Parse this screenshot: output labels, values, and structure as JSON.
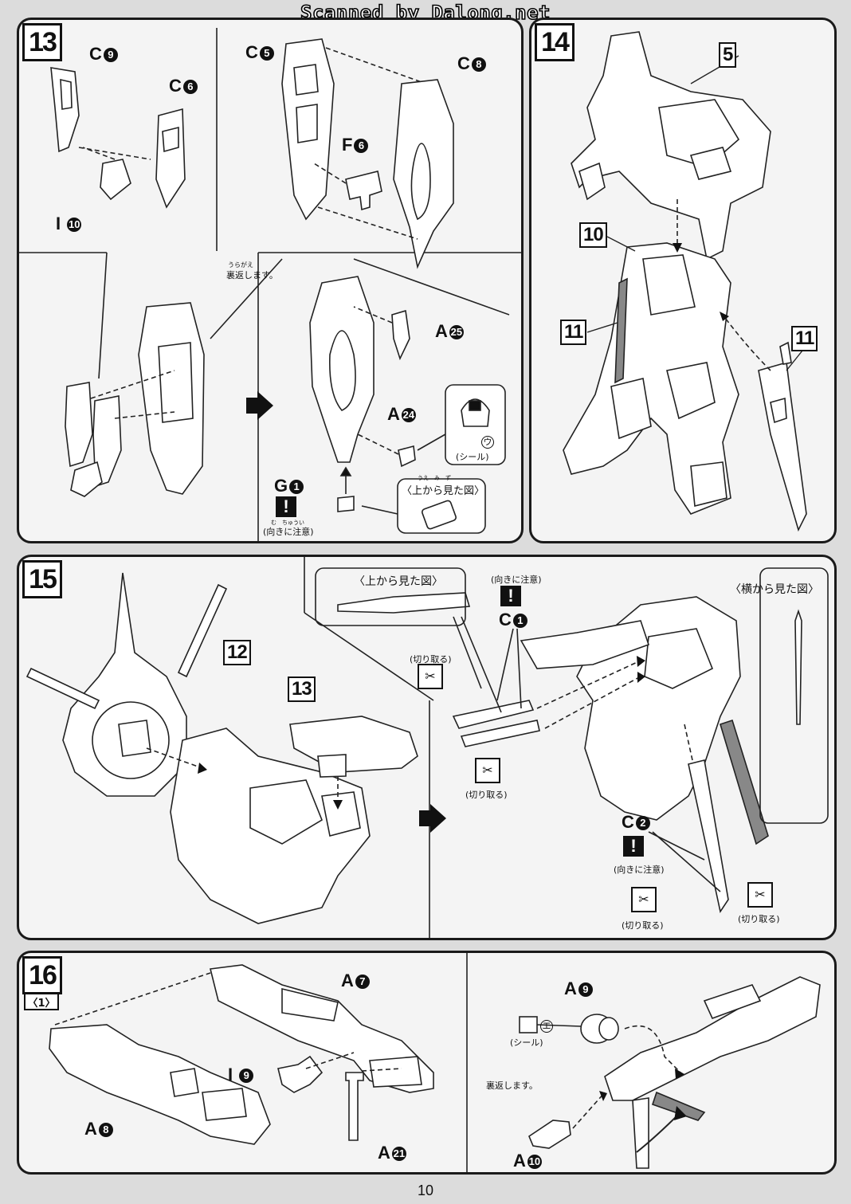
{
  "header": "Scanned by Dalong.net",
  "page_number": "10",
  "panel13": {
    "step": "13",
    "labels": [
      "C9",
      "C6",
      "I10",
      "C5",
      "C8",
      "F6",
      "A25",
      "A24",
      "G1"
    ],
    "flip_note": "裏返します。",
    "flip_ruby": "うらがえ",
    "sticker_letter": "ウ",
    "sticker_label": "(シール)",
    "top_view": "〈上から見た図〉",
    "top_view_ruby": "うえ　み　ず",
    "orientation_note": "(向きに注意)",
    "orientation_ruby": "む　ちゅうい"
  },
  "panel14": {
    "step": "14",
    "refs": [
      "5",
      "10",
      "11",
      "11"
    ]
  },
  "panel15": {
    "step": "15",
    "refs": [
      "12",
      "13"
    ],
    "top_view": "〈上から見た図〉",
    "side_view": "〈横から見た図〉",
    "orientation_note": "(向きに注意)",
    "cut_note": "(切り取る)",
    "labels": [
      "C1",
      "C2"
    ]
  },
  "panel16": {
    "step": "16",
    "substep": "〈1〉",
    "labels": [
      "A7",
      "I9",
      "A8",
      "A21",
      "A9",
      "A10"
    ],
    "sticker_letter": "エ",
    "sticker_label": "(シール)",
    "flip_note": "裏返します。"
  },
  "icons": [
    "warning-icon",
    "nipper-cut-icon",
    "sticker-icon",
    "process-arrow-icon"
  ]
}
